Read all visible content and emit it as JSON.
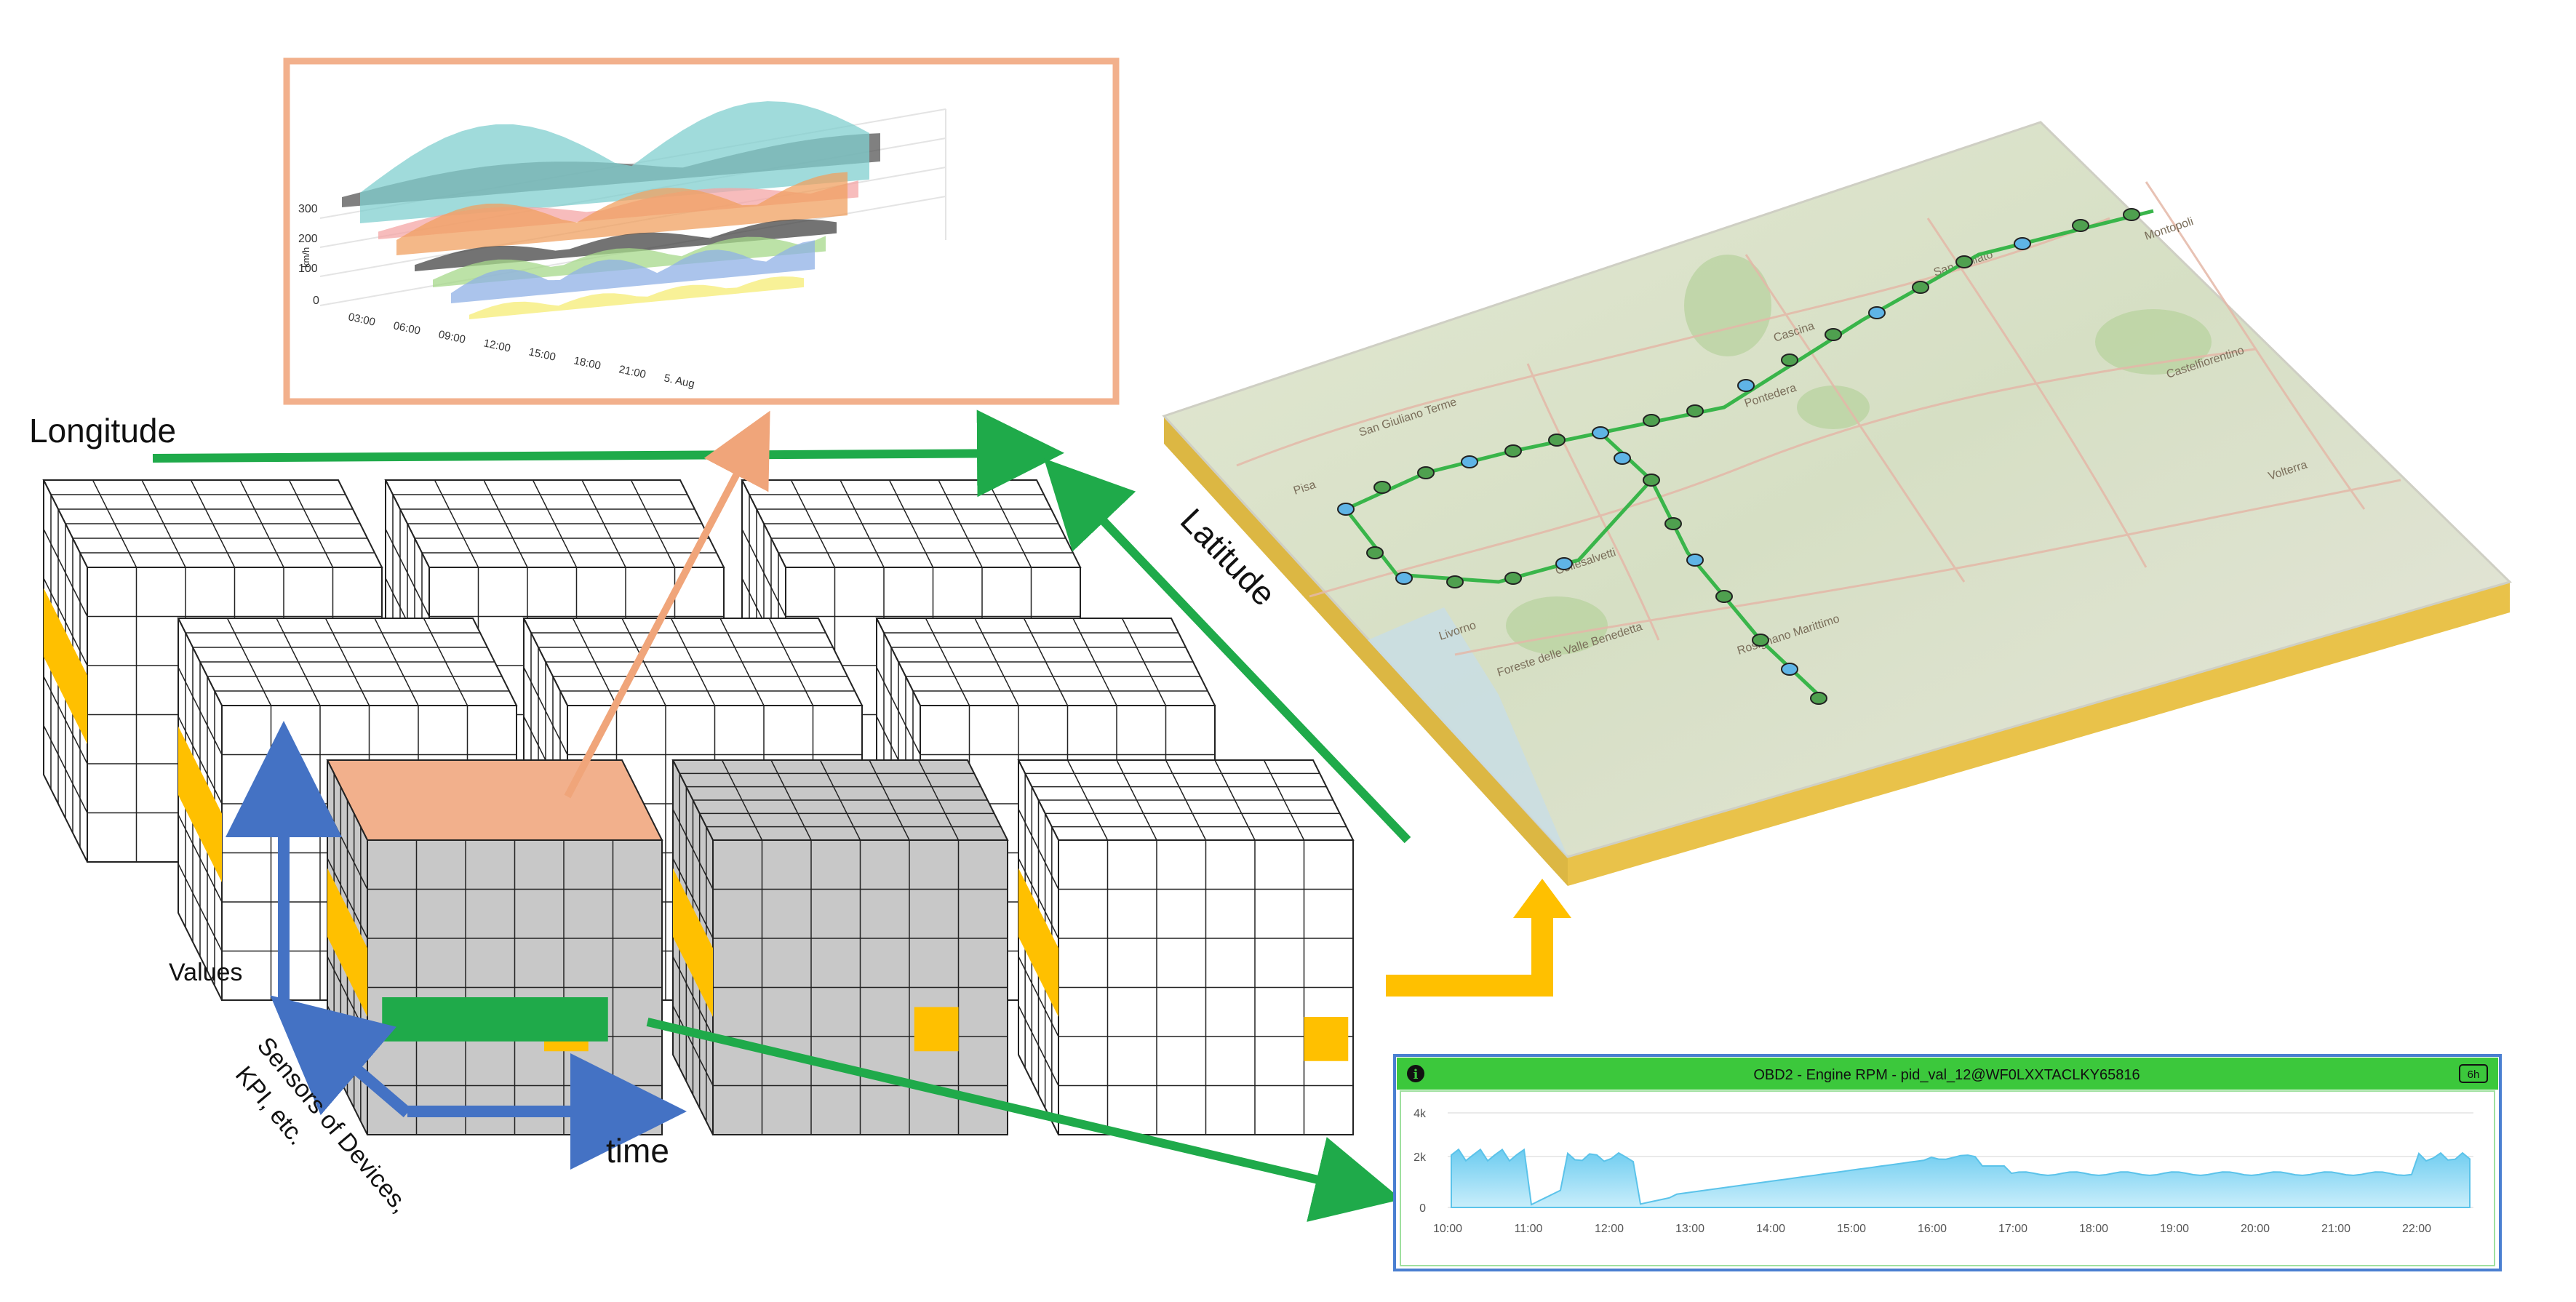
{
  "labels": {
    "longitude": "Longitude",
    "latitude": "Latitude",
    "values": "Values",
    "sensors": "Sensors of Devices,",
    "kpi": "KPI, etc.",
    "time": "time"
  },
  "multi_chart": {
    "y_ticks": [
      "300",
      "200",
      "100",
      "0"
    ],
    "y_unit": "km/h",
    "x_ticks": [
      "03:00",
      "06:00",
      "09:00",
      "12:00",
      "15:00",
      "18:00",
      "21:00",
      "5. Aug"
    ]
  },
  "rpm_panel": {
    "title": "OBD2 - Engine RPM - pid_val_12@WF0LXXTACLKY65816",
    "info_icon": "info-icon",
    "range_badge": "6h",
    "y_ticks": [
      "4k",
      "2k",
      "0"
    ],
    "x_ticks": [
      "10:00",
      "11:00",
      "12:00",
      "13:00",
      "14:00",
      "15:00",
      "16:00",
      "17:00",
      "18:00",
      "19:00",
      "20:00",
      "21:00",
      "22:00"
    ]
  },
  "map": {
    "place_labels": [
      "San Giuliano Terme",
      "Pisa",
      "Cascina",
      "Pontedera",
      "Collesalvetti",
      "Livorno",
      "Foreste delle Valle Benedetta",
      "Rosignano Marittimo",
      "San Miniato",
      "Montopoli",
      "Castelfiorentino",
      "Volterra"
    ]
  },
  "colors": {
    "green_arrow": "#1faa4a",
    "orange_arrow": "#f0a57a",
    "blue_arrow": "#4472c4",
    "yellow": "#ffc000",
    "cube_grey": "#c8c8c8",
    "panel_green": "#3cc83c",
    "area_blue": "#7fd3f2"
  }
}
